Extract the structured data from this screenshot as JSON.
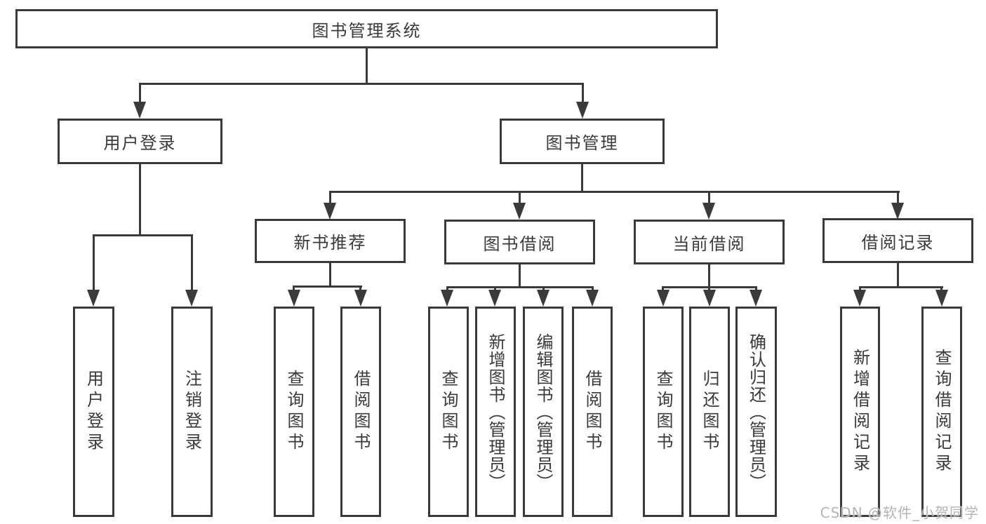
{
  "diagram_title": "图书管理系统",
  "watermark": "CSDN @软件_小贺同学",
  "colors": {
    "line": "#3a3a3a",
    "box_border": "#3a3a3a",
    "text": "#3a3a3a",
    "background": "#ffffff",
    "watermark": "#b4b4b4"
  },
  "tree": {
    "root": {
      "label": "图书管理系统"
    },
    "children": [
      {
        "label": "用户登录",
        "children": [
          {
            "label": "用户登录"
          },
          {
            "label": "注销登录"
          }
        ]
      },
      {
        "label": "图书管理",
        "children": [
          {
            "label": "新书推荐",
            "children": [
              {
                "label": "查询图书"
              },
              {
                "label": "借阅图书"
              }
            ]
          },
          {
            "label": "图书借阅",
            "children": [
              {
                "label": "查询图书"
              },
              {
                "label": "新增图书（管理员）"
              },
              {
                "label": "编辑图书（管理员）"
              },
              {
                "label": "借阅图书"
              }
            ]
          },
          {
            "label": "当前借阅",
            "children": [
              {
                "label": "查询图书"
              },
              {
                "label": "归还图书"
              },
              {
                "label": "确认归还（管理员）"
              }
            ]
          },
          {
            "label": "借阅记录",
            "children": [
              {
                "label": "新增借阅记录"
              },
              {
                "label": "查询借阅记录"
              }
            ]
          }
        ]
      }
    ]
  }
}
